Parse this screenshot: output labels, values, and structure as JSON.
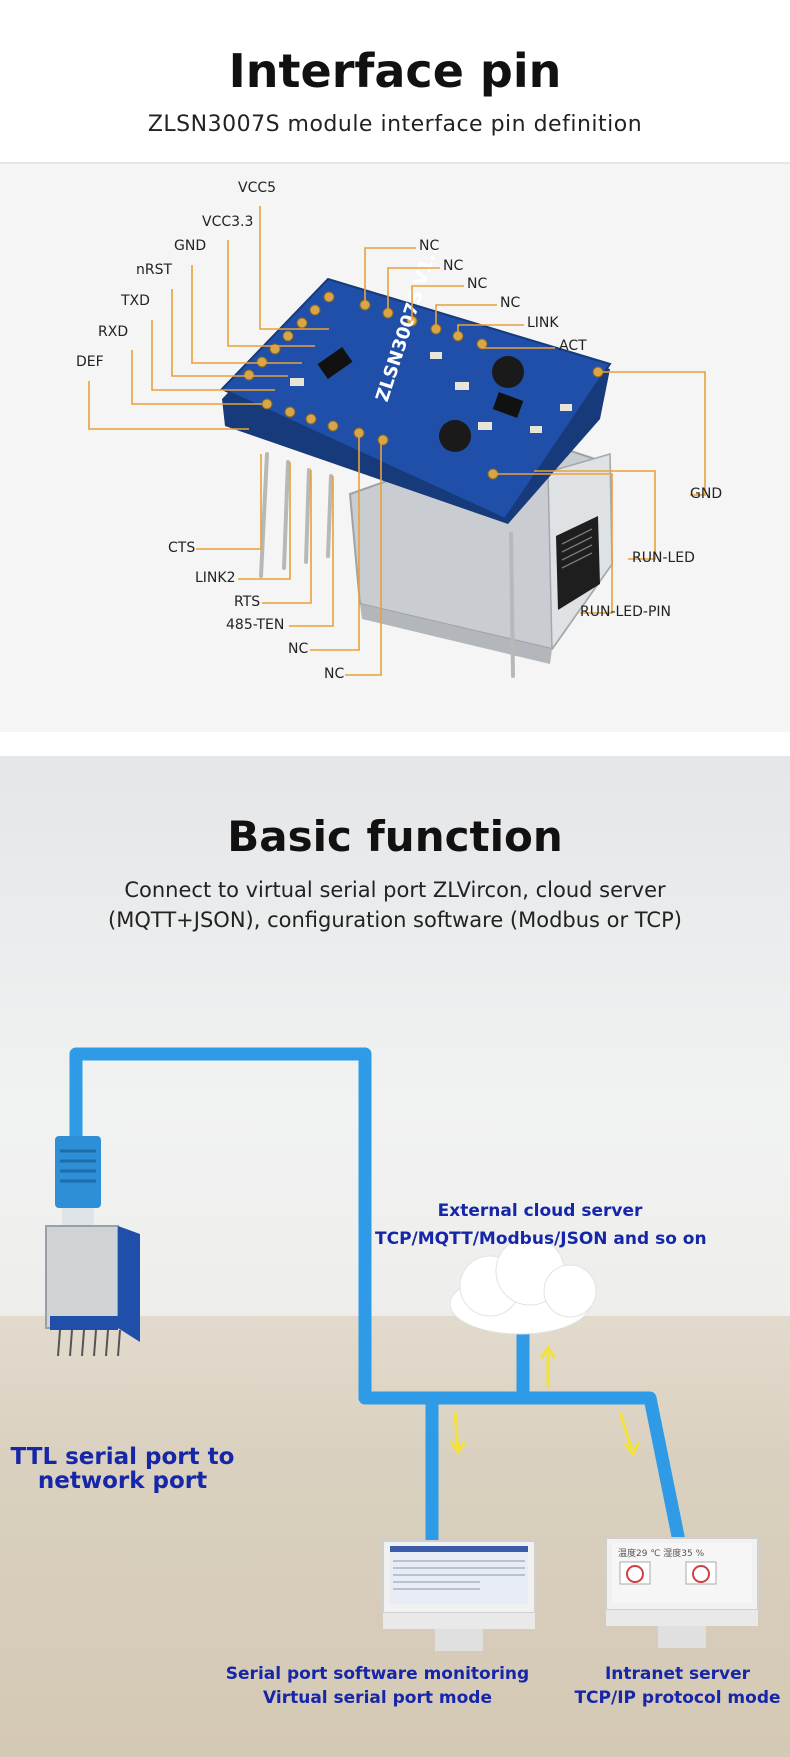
{
  "interface": {
    "title": "Interface pin",
    "subtitle": "ZLSN3007S module interface pin definition",
    "board_print": "ZLSN3007S V1.1",
    "pins_left_top": [
      "VCC5",
      "VCC3.3",
      "GND",
      "nRST",
      "TXD",
      "RXD",
      "DEF"
    ],
    "pins_right_top": [
      "NC",
      "NC",
      "NC",
      "NC",
      "LINK",
      "ACT"
    ],
    "pins_right_side": [
      "GND",
      "RUN-LED",
      "RUN-LED-PIN"
    ],
    "pins_bottom": [
      "CTS",
      "LINK2",
      "RTS",
      "485-TEN",
      "NC",
      "NC"
    ]
  },
  "basic": {
    "title": "Basic function",
    "desc_line1": "Connect to virtual serial port ZLVircon, cloud server",
    "desc_line2": "(MQTT+JSON), configuration software (Modbus or TCP)",
    "cloud_line1": "External cloud server",
    "cloud_line2": "TCP/MQTT/Modbus/JSON and so on",
    "ttl_line1": "TTL serial port to",
    "ttl_line2": "network port",
    "monitor1_line1": "Serial port software monitoring",
    "monitor1_line2": "Virtual serial port mode",
    "monitor2_line1": "Intranet server",
    "monitor2_line2": "TCP/IP protocol mode",
    "screen2_text": "温度29 ℃ 湿度35 %"
  },
  "colors": {
    "cable": "#2f9be6",
    "board": "#1f4fa8",
    "leader": "#e8a23a",
    "arrow": "#f2e23a",
    "label_blue": "#1626a8"
  }
}
